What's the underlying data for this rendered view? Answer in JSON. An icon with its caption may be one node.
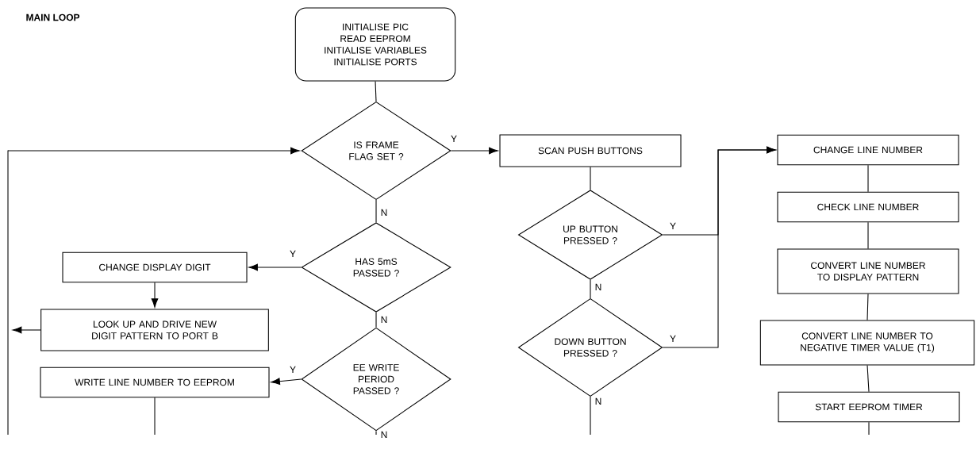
{
  "diagram": {
    "title": "MAIN LOOP",
    "nodes": [
      {
        "text": [
          "INITIALISE PIC READ EEPROM INITIALISE VARIABLES INITIALISE PORTS"
        ]
      },
      {
        "text": [
          "IS FRAME FLAG SET ?"
        ]
      },
      {
        "text": [
          "SCAN PUSH BUTTONS"
        ]
      },
      {
        "text": [
          "HAS 5mS PASSED ?"
        ]
      },
      {
        "text": [
          "CHANGE DISPLAY DIGIT"
        ]
      },
      {
        "text": [
          "LOOK UP AND DRIVE NEW DIGIT PATTERN TO PORT B"
        ]
      },
      {
        "text": [
          "EE WRITE PERIOD PASSED ?"
        ]
      },
      {
        "text": [
          "WRITE LINE NUMBER TO EEPROM"
        ]
      },
      {
        "text": [
          "UP BUTTON PRESSED ?"
        ]
      },
      {
        "text": [
          "DOWN BUTTON PRESSED ?"
        ]
      },
      {
        "text": [
          "CHANGE LINE NUMBER"
        ]
      },
      {
        "text": [
          "CHECK LINE NUMBER"
        ]
      },
      {
        "text": [
          "CONVERT LINE NUMBER TO DISPLAY PATTERN"
        ]
      },
      {
        "text": [
          "CONVERT LINE NUMBER TO NEGATIVE TIMER VALUE (T1)"
        ]
      },
      {
        "text": [
          "START EEPROM TIMER"
        ]
      }
    ],
    "edges": [
      {
        "from": 0,
        "to": 1,
        "arrow": "none"
      },
      {
        "from": 1,
        "to": 2,
        "arrow": "to",
        "label": "Y"
      },
      {
        "from": 1,
        "to": 3,
        "arrow": "none",
        "label": "N"
      },
      {
        "from": 3,
        "to": 4,
        "arrow": "to",
        "label": "Y"
      },
      {
        "from": 4,
        "to": 5,
        "arrow": "to"
      },
      {
        "from": 5,
        "to": null,
        "arrow": "to"
      },
      {
        "from": null,
        "to": 1,
        "arrow": "to"
      },
      {
        "from": 3,
        "to": 6,
        "arrow": "none",
        "label": "N"
      },
      {
        "from": 6,
        "to": 7,
        "arrow": "to",
        "label": "Y"
      },
      {
        "from": 6,
        "to": null,
        "arrow": "none",
        "label": "N"
      },
      {
        "from": 7,
        "to": null,
        "arrow": "none"
      },
      {
        "from": 2,
        "to": 8,
        "arrow": "none"
      },
      {
        "from": 8,
        "to": 10,
        "arrow": "to",
        "label": "Y"
      },
      {
        "from": 8,
        "to": 9,
        "arrow": "none",
        "label": "N"
      },
      {
        "from": 9,
        "to": 10,
        "arrow": "to",
        "label": "Y"
      },
      {
        "from": 9,
        "to": null,
        "arrow": "none",
        "label": "N"
      },
      {
        "from": 10,
        "to": 11,
        "arrow": "none"
      },
      {
        "from": 11,
        "to": 12,
        "arrow": "none"
      },
      {
        "from": 12,
        "to": 13,
        "arrow": "none"
      },
      {
        "from": 13,
        "to": 14,
        "arrow": "none"
      },
      {
        "from": 14,
        "to": null,
        "arrow": "none"
      }
    ]
  }
}
